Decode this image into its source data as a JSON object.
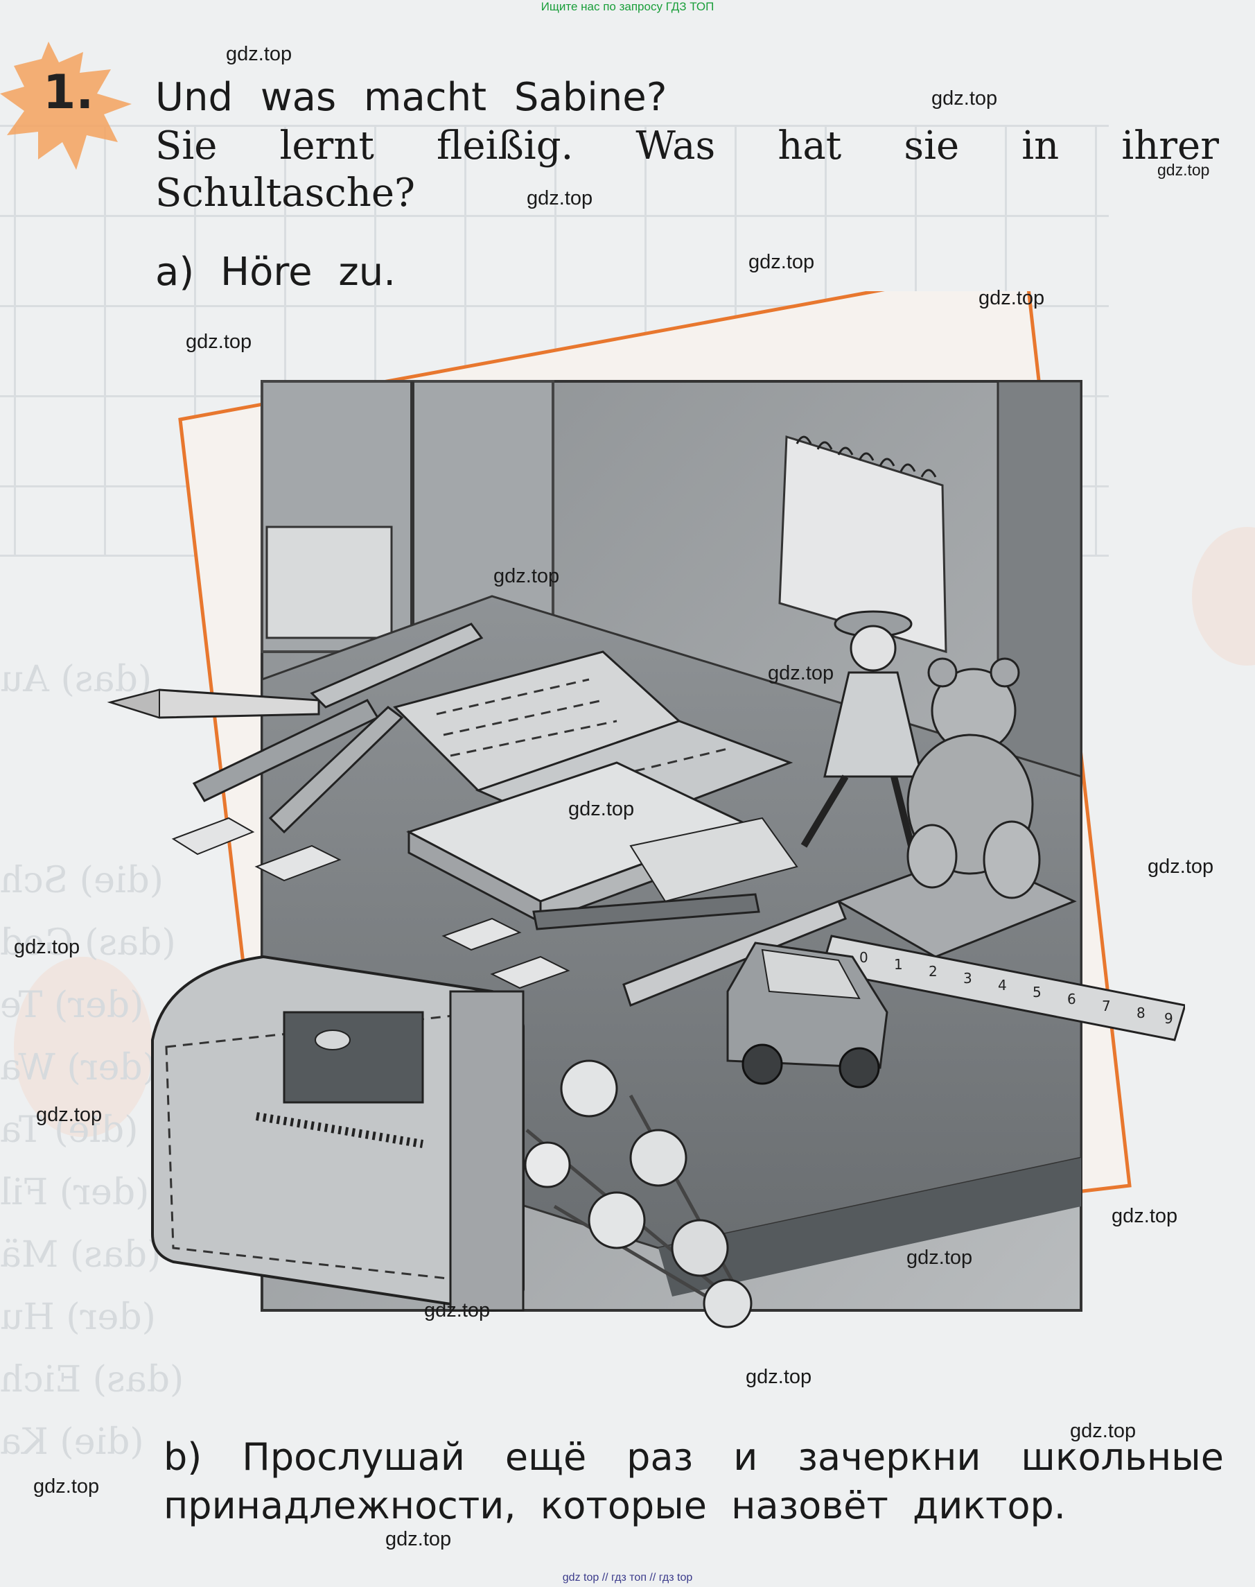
{
  "banner_top": "Ищите нас по запросу ГДЗ ТОП",
  "banner_bottom": "gdz top  //  гдз топ  //  гдз top",
  "exercise": {
    "number": "1.",
    "question_line1": "Und was macht Sabine?",
    "question_line2_words": [
      "Sie",
      "lernt",
      "fleißig.",
      "Was",
      "hat",
      "sie",
      "in",
      "ihrer"
    ],
    "question_line3": "Schultasche?",
    "task_a": "a) Höre zu.",
    "task_b_line1_words": [
      "b)",
      "Прослушай",
      "ещё",
      "раз",
      "и",
      "зачеркни",
      "школьные"
    ],
    "task_b_line2": "принадлежности, которые назовёт диктор."
  },
  "ruler_numbers": [
    "0",
    "1",
    "2",
    "3",
    "4",
    "5",
    "6",
    "7",
    "8",
    "9"
  ],
  "watermark_text": "gdz.top",
  "colors": {
    "frame": "#e8772e",
    "splash": "#f3a25e",
    "banner": "#1a9e3a"
  }
}
